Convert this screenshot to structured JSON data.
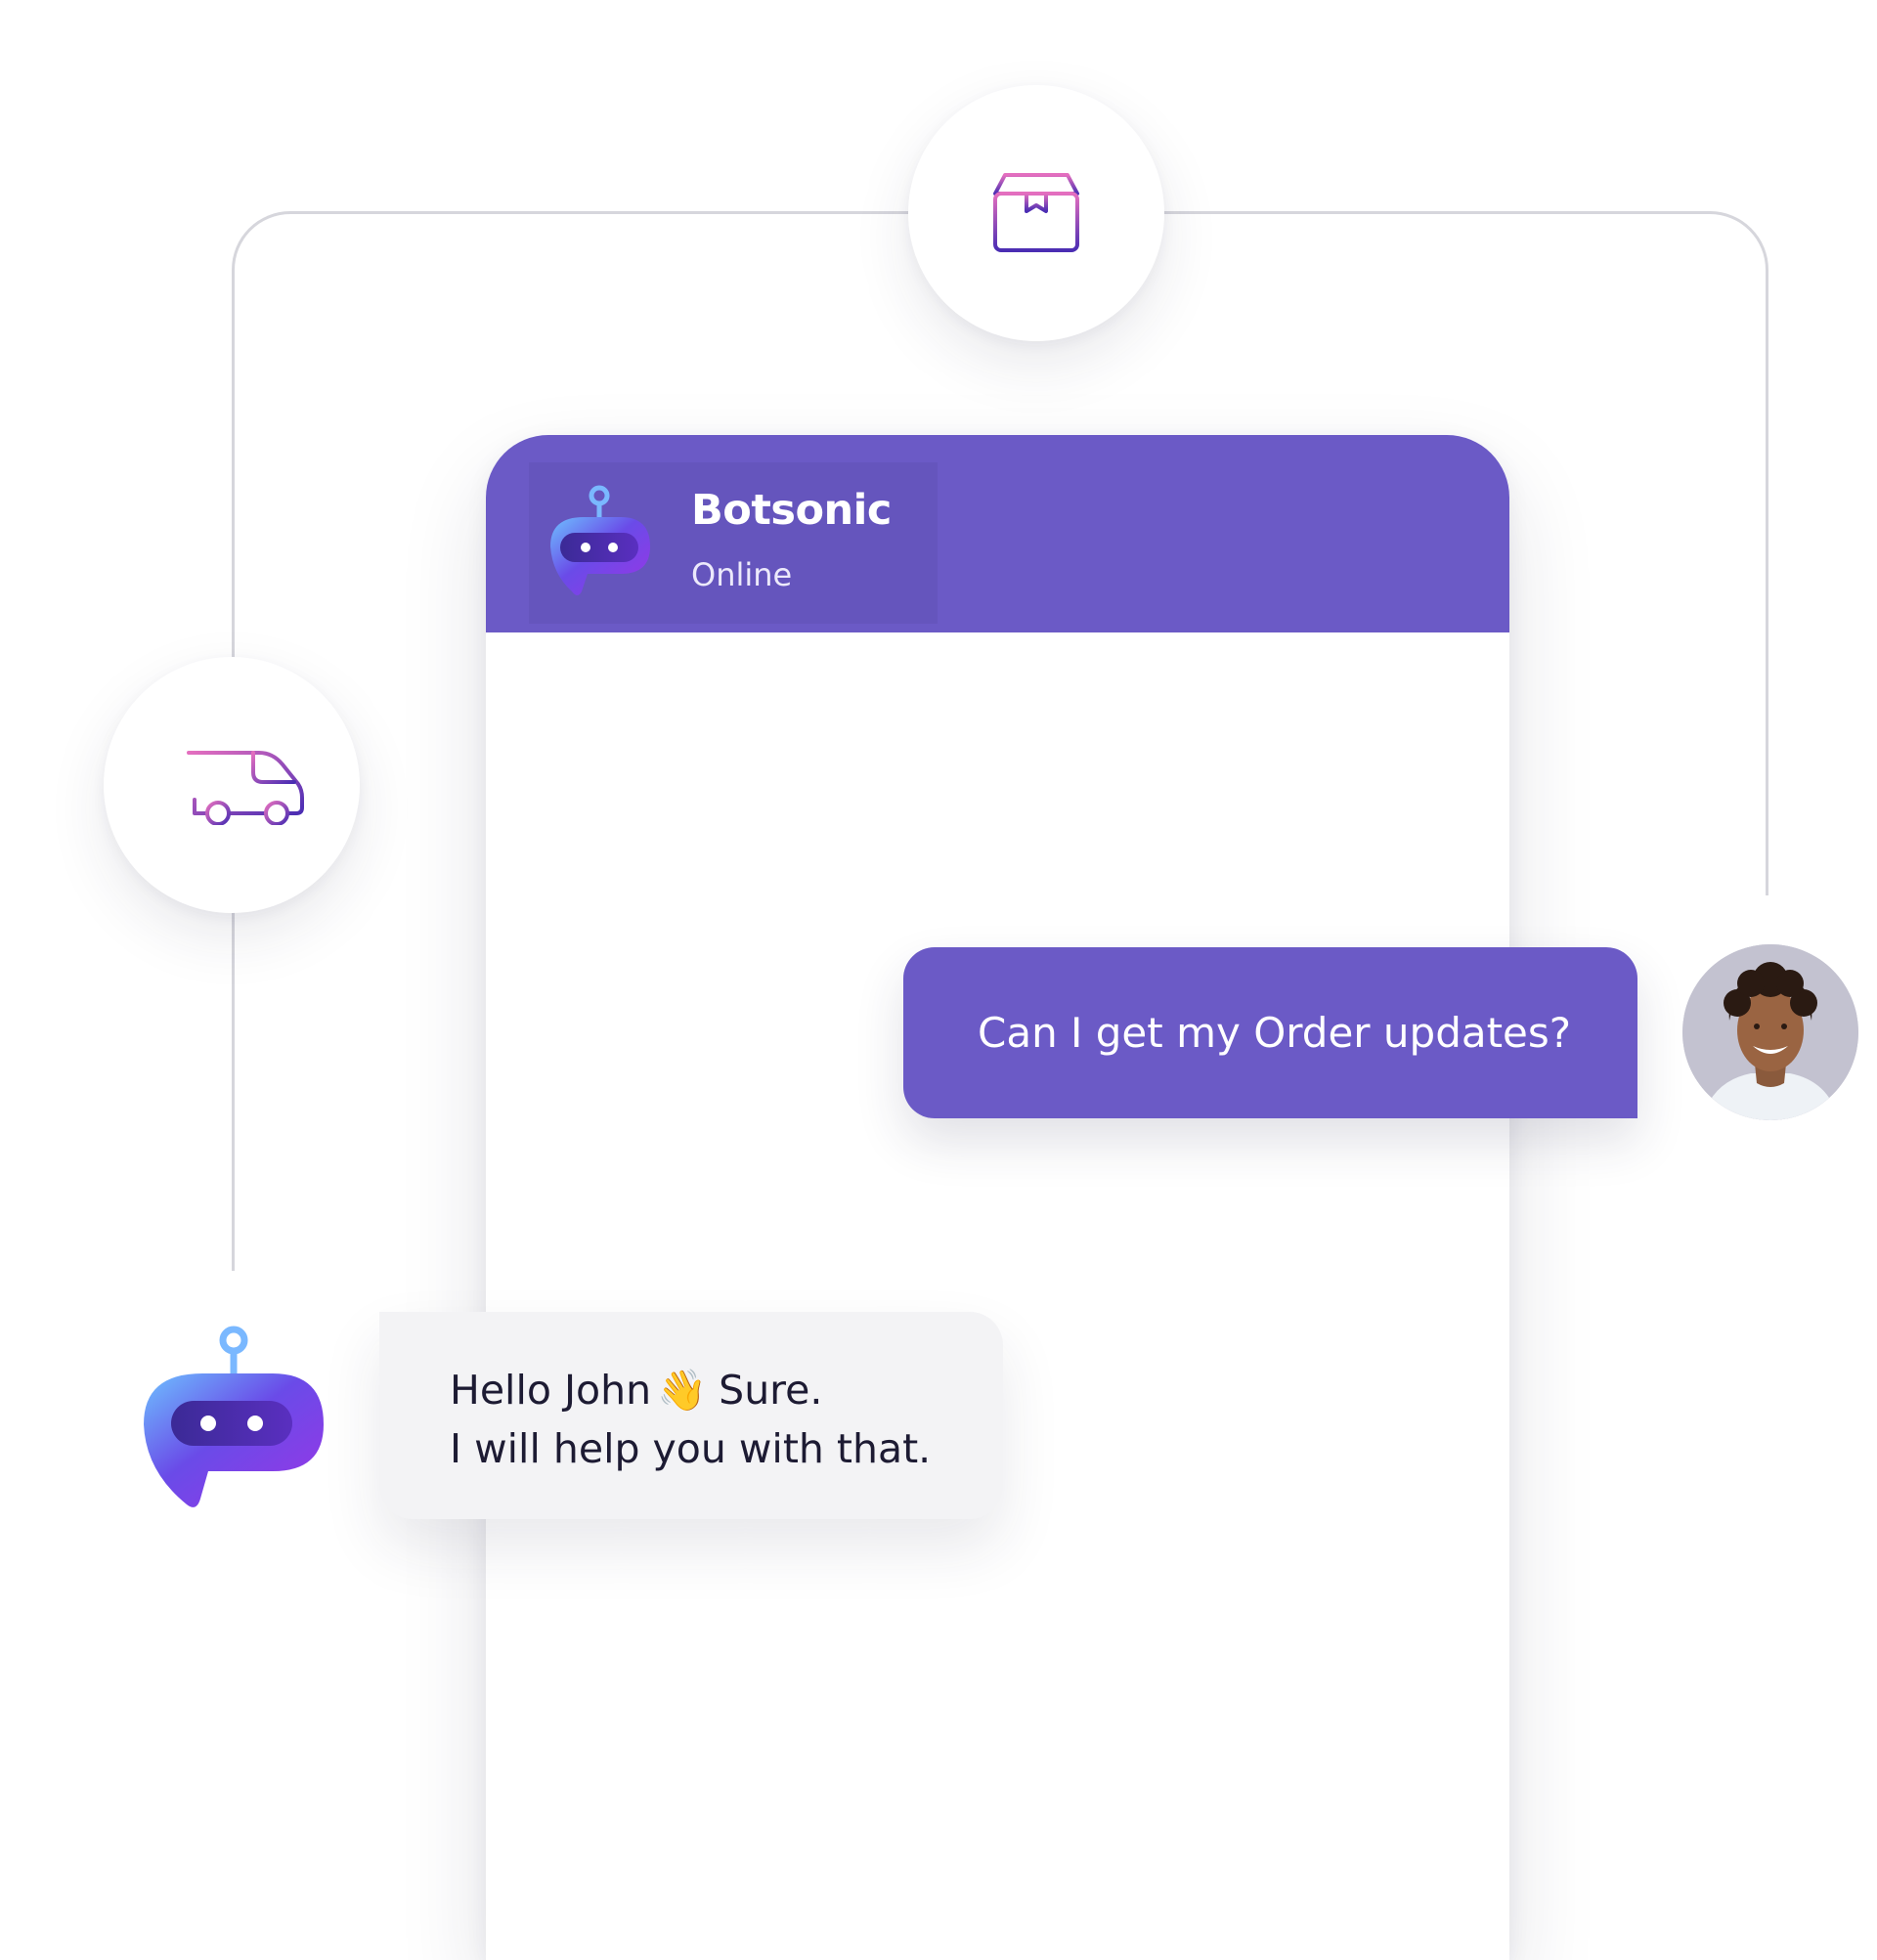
{
  "chat": {
    "bot_name": "Botsonic",
    "status": "Online"
  },
  "messages": {
    "user_text": "Can I get my Order updates?",
    "bot_line1_greeting": "Hello John",
    "bot_line1_emoji": "👋",
    "bot_line1_rest": "Sure.",
    "bot_line2": "I will help you with that."
  },
  "icons": {
    "top_circle": "box-icon",
    "left_circle": "delivery-truck-icon",
    "header_avatar": "bot-icon",
    "user_avatar": "user-avatar",
    "reply_avatar": "bot-icon"
  },
  "colors": {
    "brand_purple": "#6b5ac6",
    "bubble_gray": "#f3f3f5",
    "line_gray": "#d6d6dc",
    "icon_gradient_pink": "#e46fbf",
    "icon_gradient_violet": "#4a2db3"
  }
}
